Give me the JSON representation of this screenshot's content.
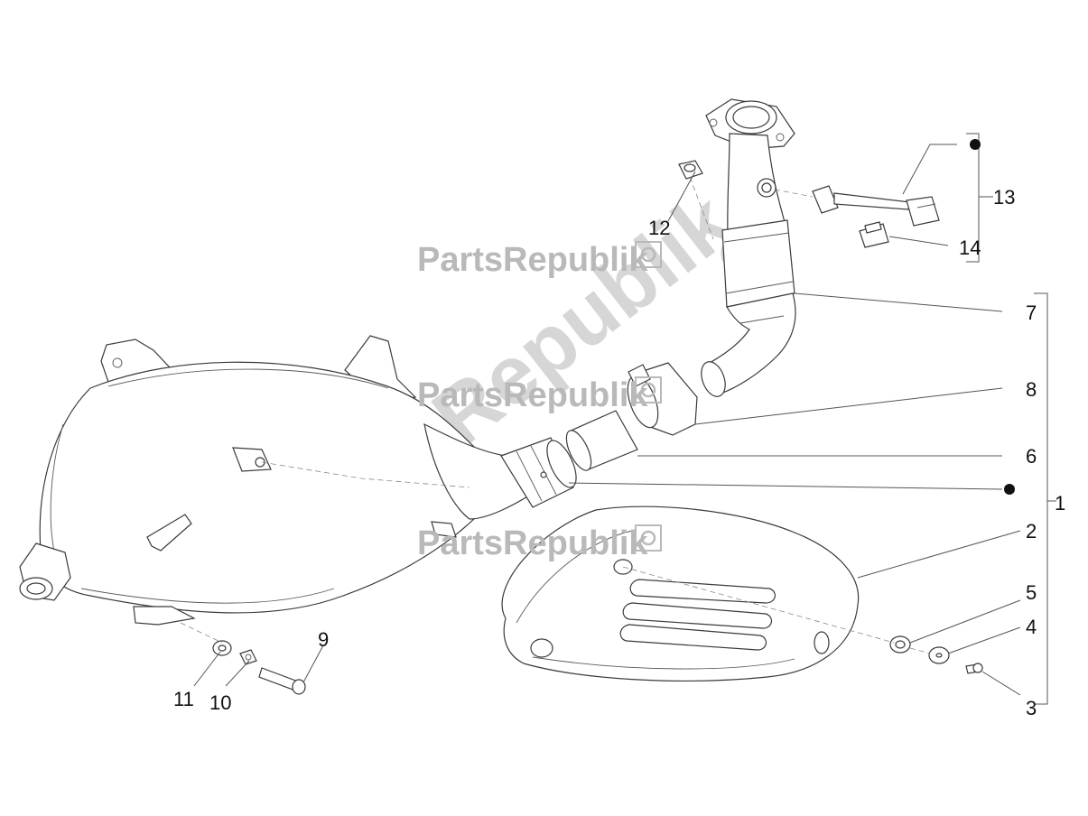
{
  "watermark": {
    "text": "PartsRepublik"
  },
  "callouts": {
    "c1": "1",
    "c2": "2",
    "c3": "3",
    "c4": "4",
    "c5": "5",
    "c6": "6",
    "c7": "7",
    "c8": "8",
    "c9": "9",
    "c10": "10",
    "c11": "11",
    "c12": "12",
    "c13": "13",
    "c14": "14"
  },
  "colors": {
    "line": "#3a3a3a",
    "watermark": "#b9b9b9"
  },
  "icons": [
    "gear-icon"
  ]
}
